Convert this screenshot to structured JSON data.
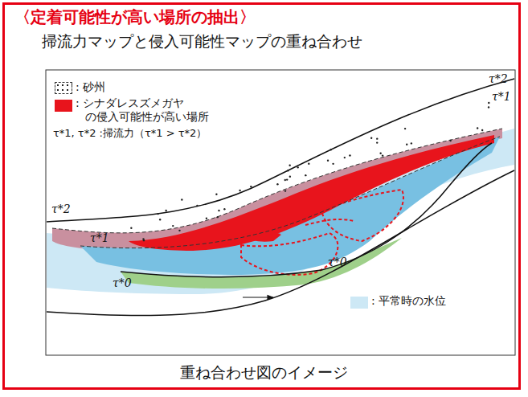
{
  "diagram": {
    "title": "〈定着可能性が高い場所の抽出〉",
    "caption": "重ね合わせ図のイメージ",
    "labels": [
      "掃流力マップと侵入可能性マップの重ね合わせ",
      "τ*1, τ*2 :掃流力（τ*1 > τ*2）",
      "τ*2",
      "τ*1",
      "τ*2",
      "τ*1",
      "τ*0",
      "τ*0"
    ],
    "legend": [
      {
        "text": ": 砂州"
      },
      {
        "text": ": シナダレスズメガヤ の侵入可能性が高い場所",
        "color": "#e8141c"
      },
      {
        "text": ": 平常時の水位",
        "color": "#cde8f5"
      }
    ]
  }
}
